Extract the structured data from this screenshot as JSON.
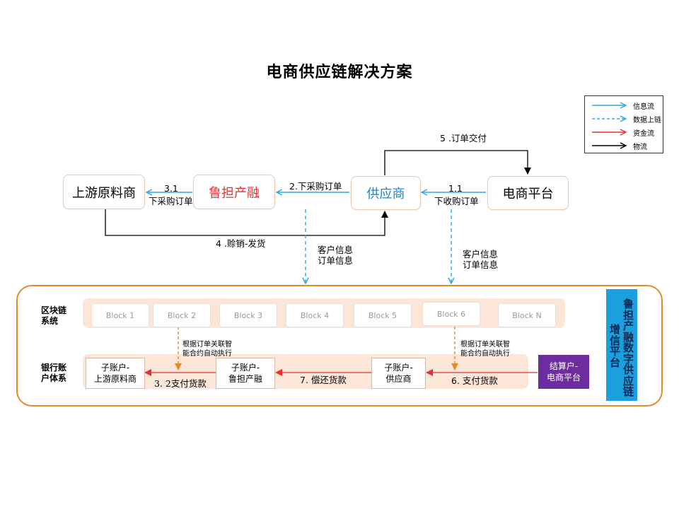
{
  "title": "电商供应链解决方案",
  "legend": [
    {
      "label": "信息流",
      "color": "#29a9e0",
      "style": "solid"
    },
    {
      "label": "数据上链",
      "color": "#29a9e0",
      "style": "dashed"
    },
    {
      "label": "资金流",
      "color": "#e8312f",
      "style": "solid"
    },
    {
      "label": "物流",
      "color": "#000000",
      "style": "solid"
    }
  ],
  "nodes": {
    "upstream": "上游原料商",
    "ludan": "鲁担产融",
    "supplier": "供应商",
    "platform": "电商平台"
  },
  "flows": {
    "f31_num": "3.1",
    "f31_text": "下采购订单",
    "f2": "2.下采购订单",
    "f11_num": "1.1",
    "f11_text": "下收购订单",
    "f5": "5 .订单交付",
    "f4": "4 .赊销-发货",
    "info_left_1": "客户信息",
    "info_left_2": "订单信息",
    "info_right_1": "客户信息",
    "info_right_2": "订单信息"
  },
  "platform_panel": {
    "blockchain_label_1": "区块链",
    "blockchain_label_2": "系统",
    "bank_label_1": "银行账",
    "bank_label_2": "户体系",
    "blocks": [
      "Block 1",
      "Block 2",
      "Block 3",
      "Block 4",
      "Block 5",
      "Block 6",
      "Block N"
    ],
    "contract_note_1": "根据订单关联智",
    "contract_note_2": "能合约自动执行",
    "accounts": {
      "upstream": [
        "子账户-",
        "上游原料商"
      ],
      "ludan": [
        "子账户-",
        "鲁担产融"
      ],
      "supplier": [
        "子账户-",
        "供应商"
      ],
      "settlement": [
        "结算户-",
        "电商平台"
      ]
    },
    "pay32": "3. 2支付货款",
    "pay7": "7. 偿还货款",
    "pay6": "6. 支付货款",
    "side_title_1": "鲁担产融数字供应链",
    "side_title_2": "增信平台"
  },
  "colors": {
    "info": "#29a9e0",
    "money": "#e8312f",
    "logistics": "#000000",
    "panel_border": "#e58a2c",
    "band": "#fbe6d7",
    "settlement_fill": "#6f2c9f",
    "side_fill": "#1aa0dd",
    "ludan_text": "#e8312f",
    "supplier_text": "#1a86d0"
  }
}
